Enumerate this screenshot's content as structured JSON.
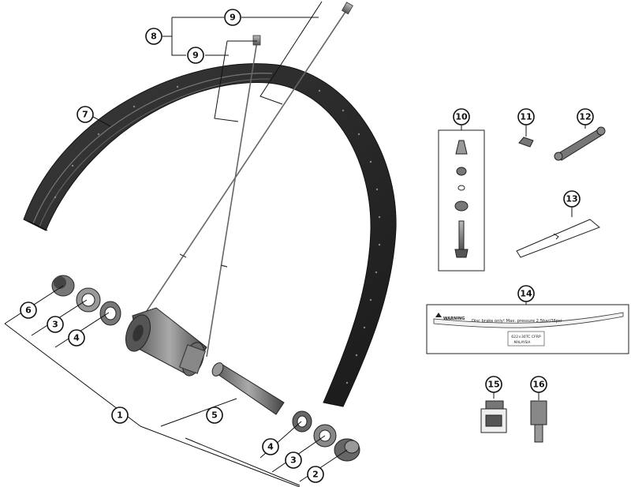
{
  "callouts": {
    "c1": "1",
    "c2": "2",
    "c3a": "3",
    "c3b": "3",
    "c4a": "4",
    "c4b": "4",
    "c5": "5",
    "c6": "6",
    "c7": "7",
    "c8": "8",
    "c9a": "9",
    "c9b": "9",
    "c10": "10",
    "c11": "11",
    "c12": "12",
    "c13": "13",
    "c14": "14",
    "c15": "15",
    "c16": "16"
  },
  "sticker": {
    "warning": "WARNING",
    "line1": "Disc brake only!  Max. pressure 2.5bar/36psi",
    "line2": "622×30TC CFRP",
    "line3": "MALAYSIA"
  }
}
